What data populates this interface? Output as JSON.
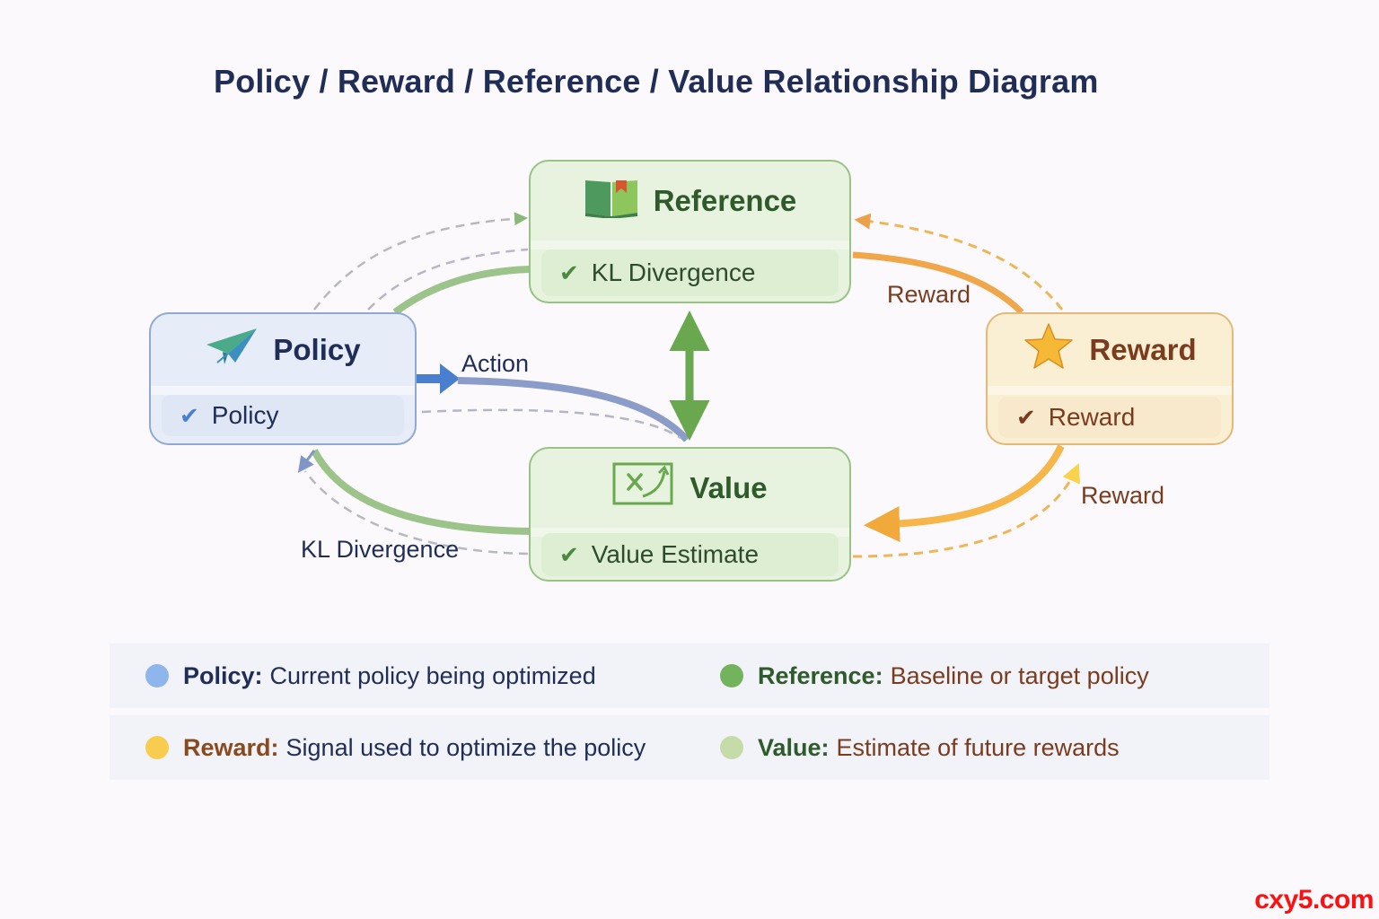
{
  "title": "Policy / Reward / Reference / Value Relationship Diagram",
  "colors": {
    "policy": "#4a7fcf",
    "reference": "#6aa84f",
    "reward": "#f2a93b",
    "value": "#a8cf8e",
    "title": "#1f2d57"
  },
  "nodes": {
    "policy": {
      "title": "Policy",
      "icon": "paper-plane-icon",
      "item": "Policy"
    },
    "reference": {
      "title": "Reference",
      "icon": "open-book-icon",
      "item": "KL Divergence"
    },
    "reward": {
      "title": "Reward",
      "icon": "star-icon",
      "item": "Reward"
    },
    "value": {
      "title": "Value",
      "icon": "value-chart-icon",
      "item": "Value Estimate"
    }
  },
  "edges": {
    "action": "Action",
    "reward_top": "Reward",
    "reward_bottom": "Reward",
    "kl_divergence": "KL Divergence"
  },
  "legend": [
    {
      "key": "Policy:",
      "text": "Current policy being optimized",
      "dot": "#8fb6ec",
      "key_color": "#1f2d57",
      "text_color": "#1f2d57"
    },
    {
      "key": "Reference:",
      "text": "Baseline or target policy",
      "dot": "#74b35e",
      "key_color": "#2f5a2c",
      "text_color": "#7a3c1f"
    },
    {
      "key": "Reward:",
      "text": "Signal used to optimize the policy",
      "dot": "#f8cd4f",
      "key_color": "#8a4a20",
      "text_color": "#1f2d57"
    },
    {
      "key": "Value:",
      "text": "Estimate of future rewards",
      "dot": "#c6dca8",
      "key_color": "#2f5a2c",
      "text_color": "#7a3c1f"
    }
  ],
  "watermark": "cxy5.com"
}
